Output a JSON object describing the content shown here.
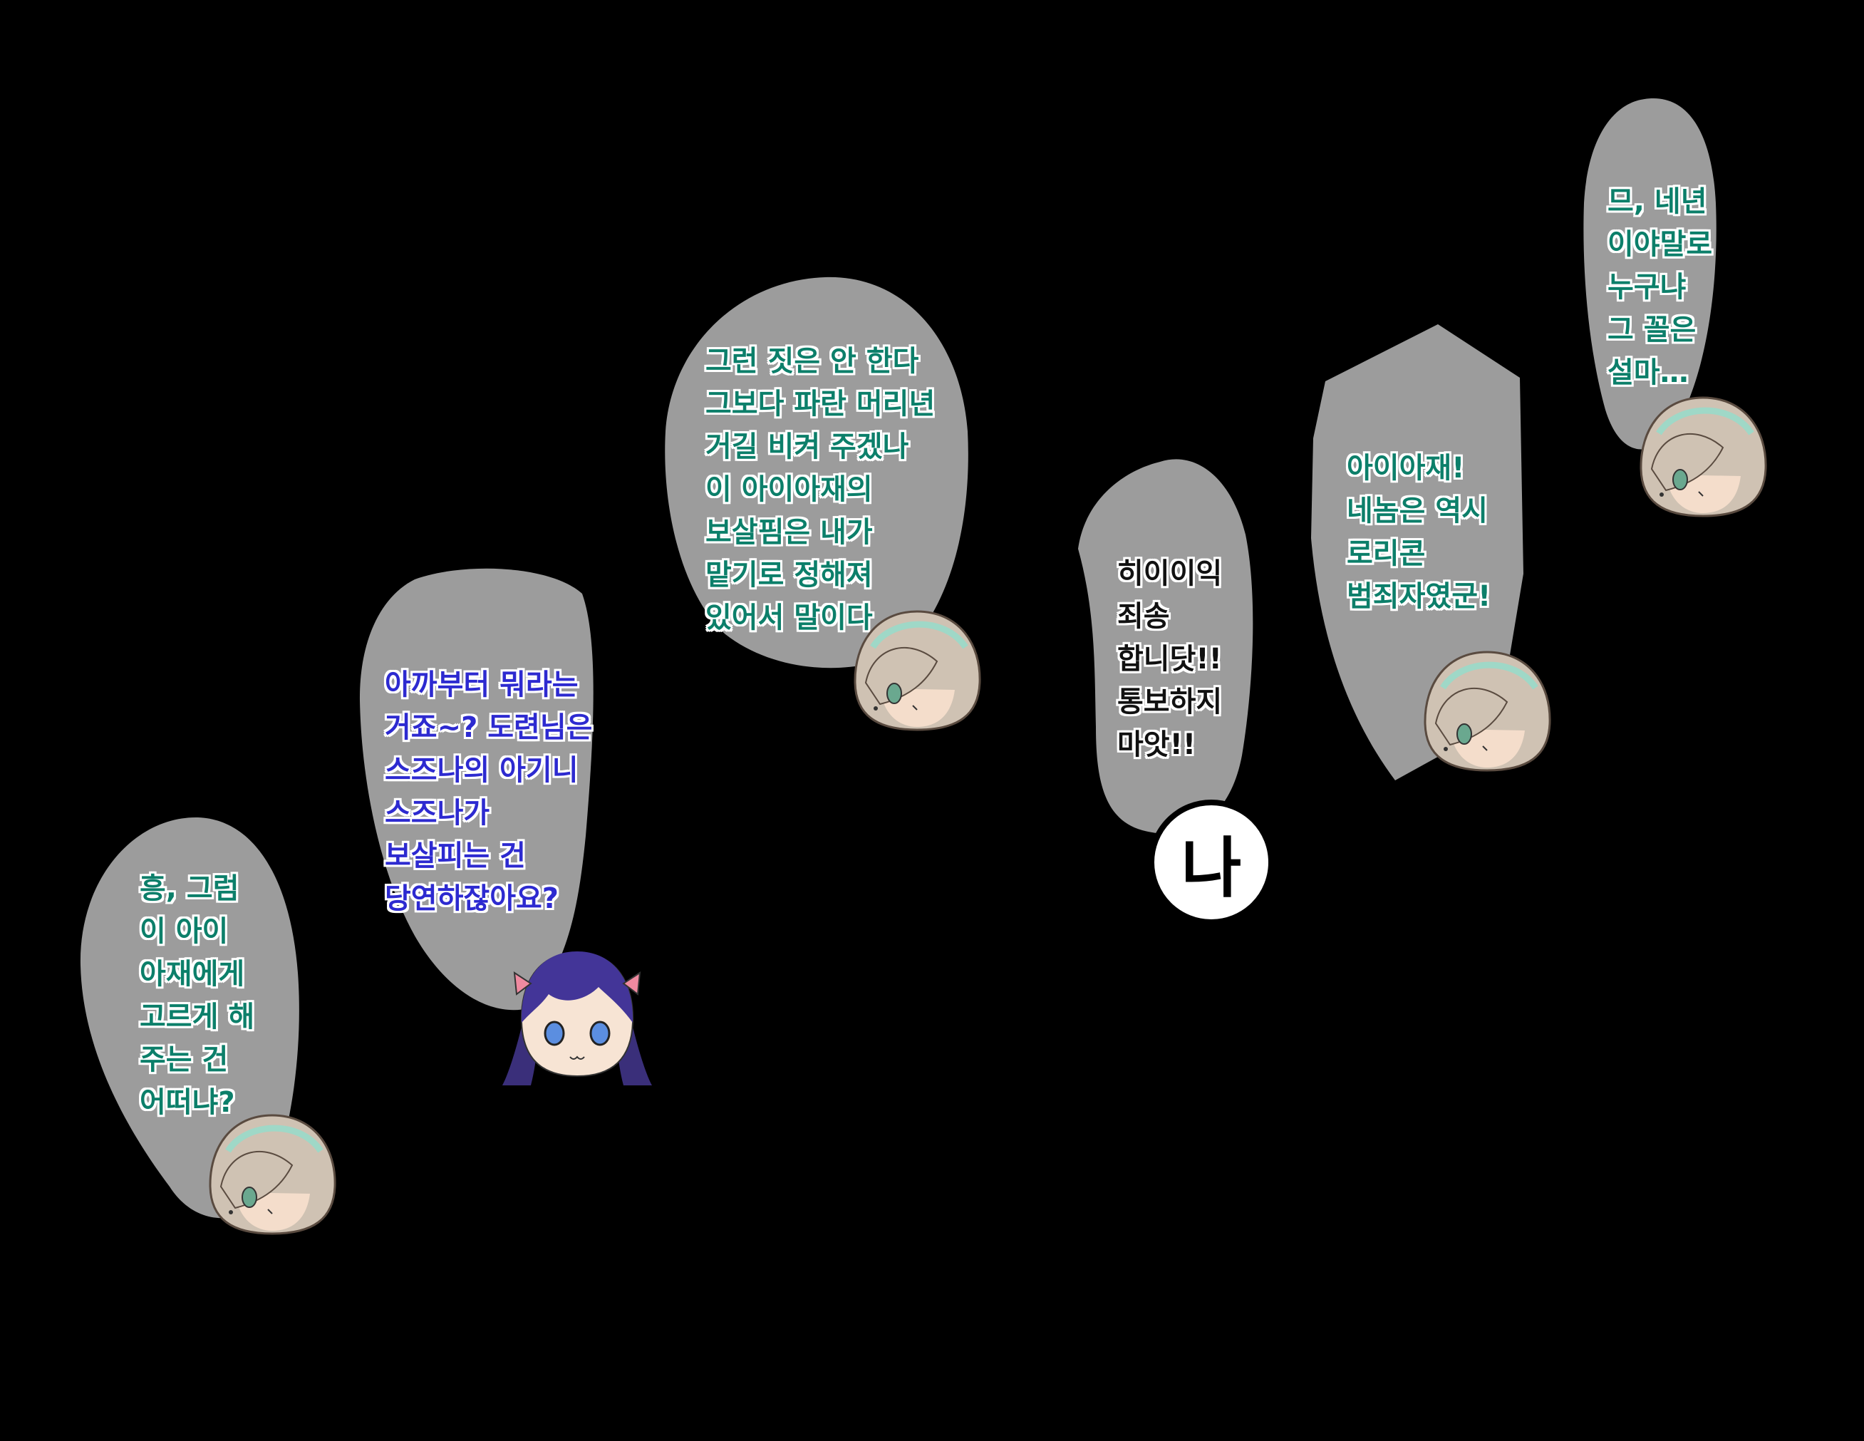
{
  "colors": {
    "background": "#000000",
    "bubble": "#9c9c9c",
    "teal_text": "#0c7f6a",
    "blue_text": "#2d2ad0",
    "black_text": "#111111",
    "outline": "#ffffff"
  },
  "bubbles": [
    {
      "speaker": "gray-haired-girl",
      "lines": [
        "흥, 그럼",
        "이 아이",
        "아재에게",
        "고르게 해",
        "주는 건",
        "어떠냐?"
      ]
    },
    {
      "speaker": "purple-haired-girl",
      "lines": [
        "아까부터 뭐라는",
        "거죠~? 도련님은",
        "스즈나의 아기니",
        "스즈나가",
        "보살피는 건",
        "당연하잖아요?"
      ]
    },
    {
      "speaker": "gray-haired-girl",
      "lines": [
        "그런 짓은 안 한다",
        "그보다 파란 머리년",
        "거길 비켜 주겠나",
        "이 아이아재의",
        "보살핌은 내가",
        "맡기로 정해져",
        "있어서 말이다"
      ]
    },
    {
      "speaker": "narrator",
      "lines": [
        "히이이익",
        "죄송",
        "합니닷!!",
        "통보하지",
        "마앗!!"
      ]
    },
    {
      "speaker": "gray-haired-girl",
      "lines": [
        "아이아재!",
        "네놈은 역시",
        "로리콘",
        "범죄자였군!"
      ]
    },
    {
      "speaker": "gray-haired-girl",
      "lines": [
        "므, 네년",
        "이야말로",
        "누구냐",
        "그 꼴은",
        "설마…"
      ]
    }
  ],
  "badge": {
    "label": "나"
  },
  "icons": [
    "gray-haired-girl-icon",
    "purple-haired-girl-icon"
  ]
}
